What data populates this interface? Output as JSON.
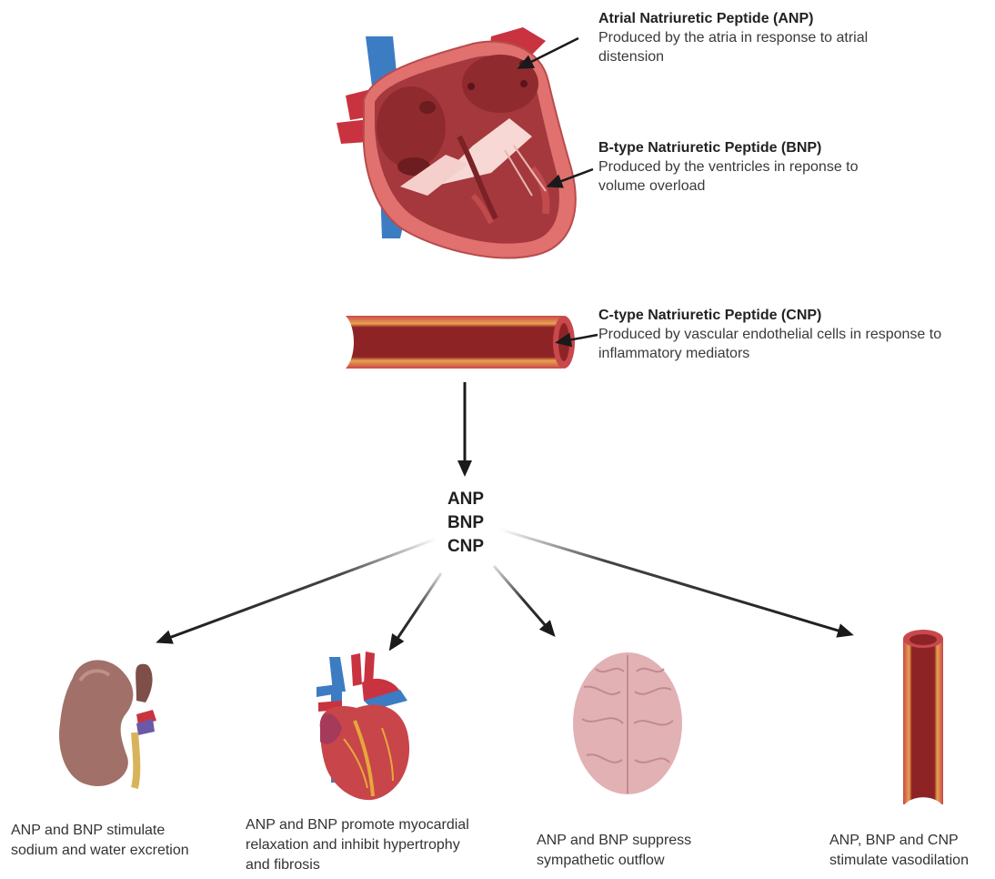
{
  "producers": {
    "anp": {
      "title": "Atrial Natriuretic Peptide (ANP)",
      "desc": "Produced by the atria in response to atrial distension"
    },
    "bnp": {
      "title": "B-type Natriuretic Peptide (BNP)",
      "desc": "Produced by the ventricles in reponse to volume overload"
    },
    "cnp": {
      "title": "C-type Natriuretic Peptide (CNP)",
      "desc": "Produced by vascular endothelial cells in response to inflammatory mediators"
    }
  },
  "center": {
    "labels": [
      "ANP",
      "BNP",
      "CNP"
    ]
  },
  "effects": [
    {
      "organ": "kidney",
      "text": "ANP and BNP stimulate sodium and water excretion"
    },
    {
      "organ": "heart",
      "text": "ANP and BNP promote myocardial relaxation and inhibit hypertrophy and fibrosis"
    },
    {
      "organ": "brain",
      "text": "ANP and BNP suppress sympathetic outflow"
    },
    {
      "organ": "vessel",
      "text": "ANP, BNP and CNP stimulate vasodilation"
    }
  ],
  "colors": {
    "artery_red": "#c62f3c",
    "muscle": "#a63a3f",
    "vein_blue": "#3f7fc4",
    "kidney": "#9c6c63",
    "brain": "#e2b1b4",
    "arrow": "#1a1a1a"
  }
}
